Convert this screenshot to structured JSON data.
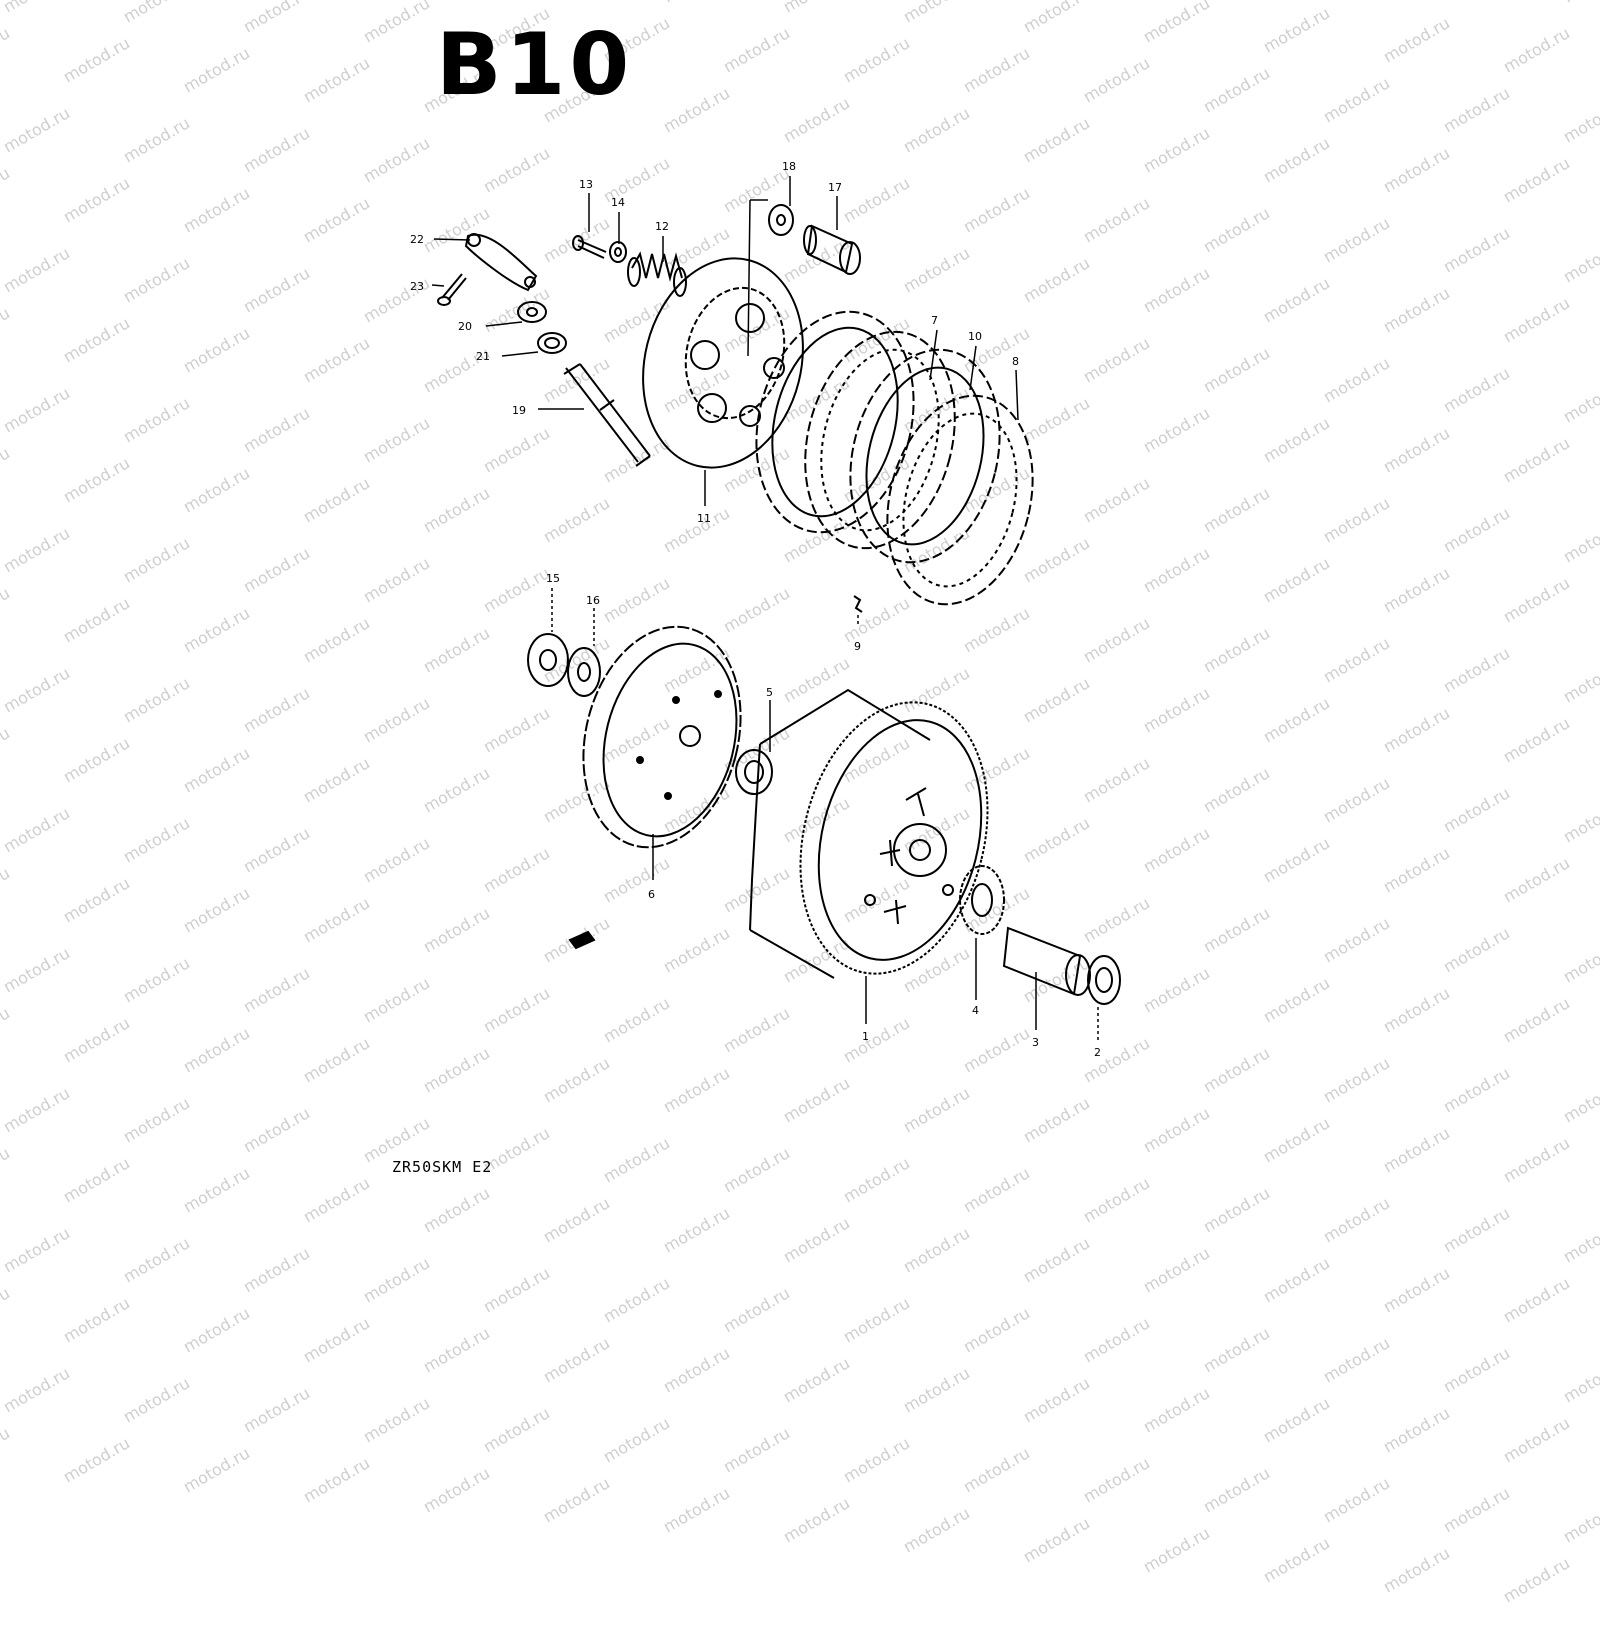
{
  "diagram_title": "B10",
  "model_code": "ZR50SKM E2",
  "watermark": "motod.ru",
  "part_numbers": [
    "1",
    "2",
    "3",
    "4",
    "5",
    "6",
    "7",
    "8",
    "9",
    "10",
    "11",
    "12",
    "13",
    "14",
    "15",
    "16",
    "17",
    "18",
    "19",
    "20",
    "21",
    "22",
    "23"
  ]
}
